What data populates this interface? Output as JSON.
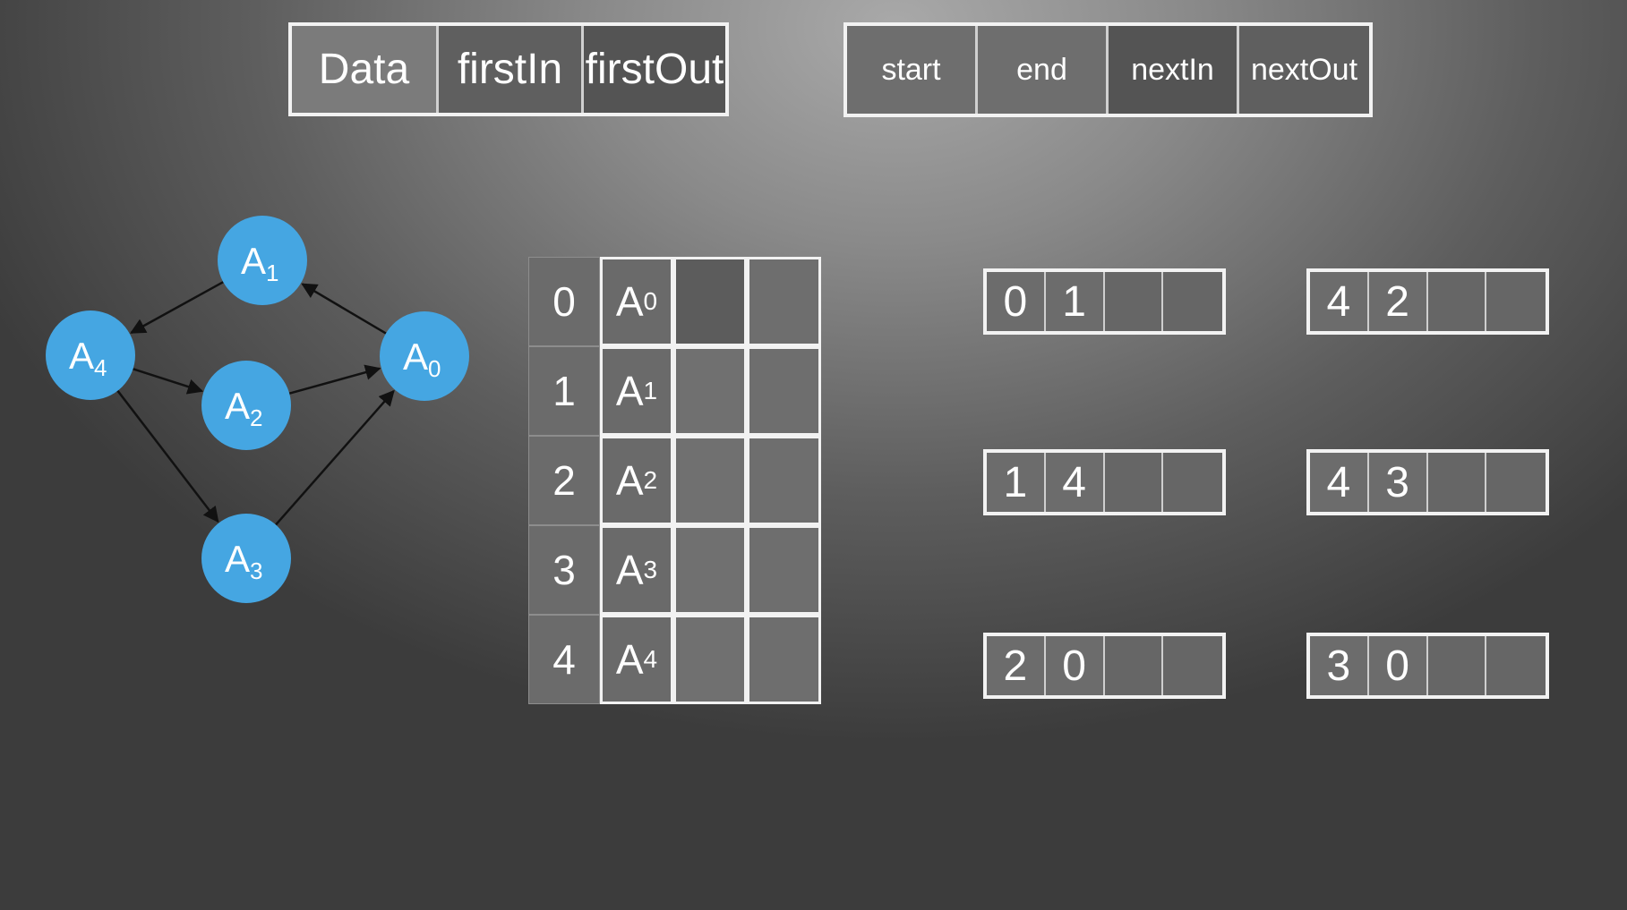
{
  "vertex_header": [
    "Data",
    "firstIn",
    "firstOut"
  ],
  "edge_header": [
    "start",
    "end",
    "nextIn",
    "nextOut"
  ],
  "graph": {
    "nodes": [
      {
        "id": "A0",
        "letter": "A",
        "sub": "0"
      },
      {
        "id": "A1",
        "letter": "A",
        "sub": "1"
      },
      {
        "id": "A2",
        "letter": "A",
        "sub": "2"
      },
      {
        "id": "A3",
        "letter": "A",
        "sub": "3"
      },
      {
        "id": "A4",
        "letter": "A",
        "sub": "4"
      }
    ],
    "edges": [
      [
        "A0",
        "A1"
      ],
      [
        "A1",
        "A4"
      ],
      [
        "A4",
        "A2"
      ],
      [
        "A4",
        "A3"
      ],
      [
        "A2",
        "A0"
      ],
      [
        "A3",
        "A0"
      ]
    ],
    "node_color": "#45a6e2"
  },
  "vertex_table": [
    {
      "index": "0",
      "letter": "A",
      "sub": "0"
    },
    {
      "index": "1",
      "letter": "A",
      "sub": "1"
    },
    {
      "index": "2",
      "letter": "A",
      "sub": "2"
    },
    {
      "index": "3",
      "letter": "A",
      "sub": "3"
    },
    {
      "index": "4",
      "letter": "A",
      "sub": "4"
    }
  ],
  "edge_records": [
    {
      "start": "0",
      "end": "1"
    },
    {
      "start": "4",
      "end": "2"
    },
    {
      "start": "1",
      "end": "4"
    },
    {
      "start": "4",
      "end": "3"
    },
    {
      "start": "2",
      "end": "0"
    },
    {
      "start": "3",
      "end": "0"
    }
  ]
}
